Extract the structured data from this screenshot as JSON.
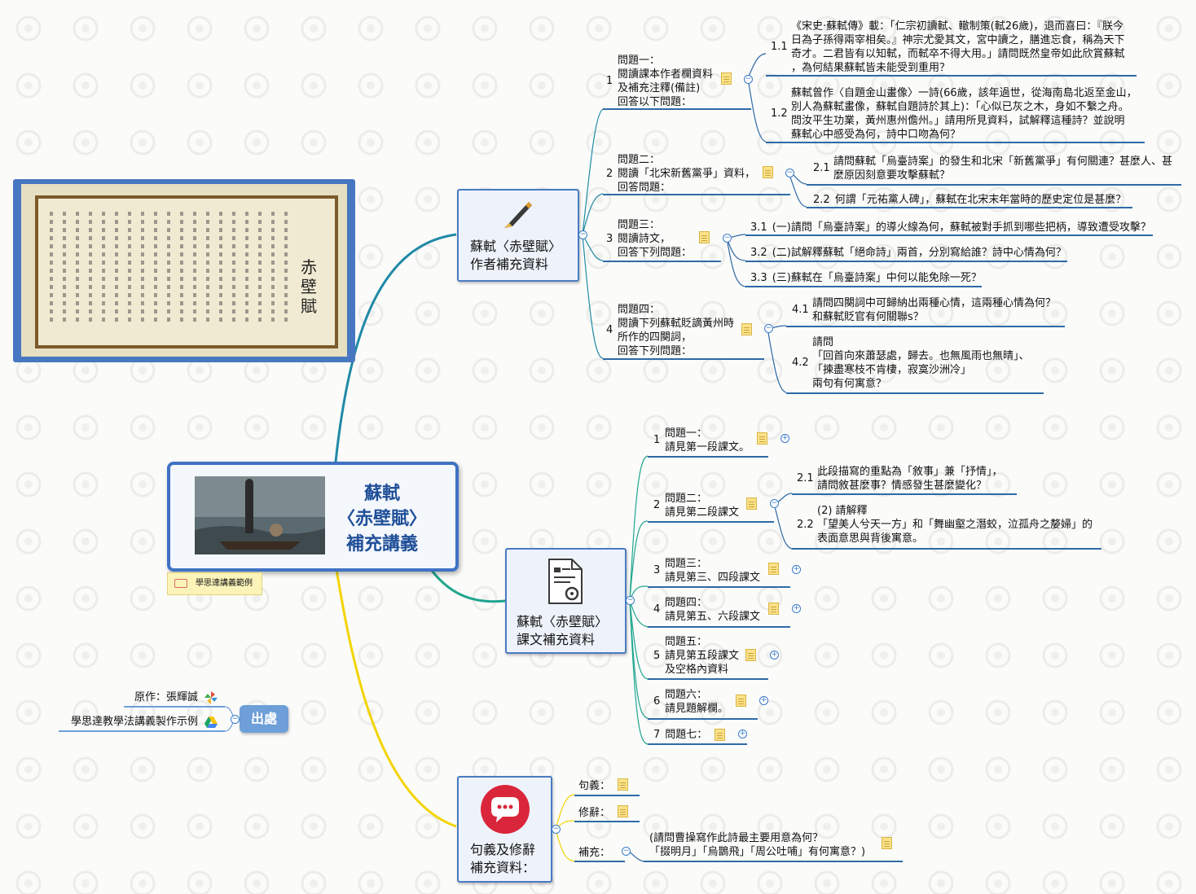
{
  "central": {
    "title_l1": "蘇軾",
    "title_l2": "〈赤壁賦〉",
    "title_l3": "補充講義"
  },
  "badge": "學思達講義範例",
  "source": {
    "label": "出處",
    "author": "原作：張輝誠",
    "maker": "學思達教學法講義製作示例"
  },
  "scroll": {
    "poem_title": "赤壁賦"
  },
  "branch1": {
    "title": "蘇軾〈赤壁賦〉作者補充資料",
    "title_l1": "蘇軾〈赤壁賦〉",
    "title_l2": "作者補充資料",
    "q1": {
      "num": "1",
      "l1": "問題一：",
      "l2": "閱讀課本作者欄資料",
      "l3": "及補充注釋(備註)",
      "l4": "回答以下問題："
    },
    "q1_1": {
      "num": "1.1",
      "l1": "《宋史‧蘇軾傳》載：「仁宗初讀軾、轍制策(軾26歲)，退而喜曰：『朕今",
      "l2": "日為子孫得兩宰相矣。』神宗尤愛其文，宮中讀之，膳進忘食，稱為天下",
      "l3": "奇才。二君皆有以知軾，而軾卒不得大用。」請問既然皇帝如此欣賞蘇軾",
      "l4": "，為何結果蘇軾皆未能受到重用？"
    },
    "q1_2": {
      "num": "1.2",
      "l1": "蘇軾曾作〈自題金山畫像〉一詩(66歲，該年過世，從海南島北返至金山，",
      "l2": "別人為蘇軾畫像，蘇軾自題詩於其上)：「心似已灰之木，身如不繫之舟。",
      "l3": "問汝平生功業，黃州惠州儋州。」請用所見資料，試解釋這種詩？並說明",
      "l4": "蘇軾心中感受為何，詩中口吻為何？"
    },
    "q2": {
      "num": "2",
      "l1": "問題二：",
      "l2": "閱讀「北宋新舊黨爭」資料，",
      "l3": "回答問題："
    },
    "q2_1": {
      "num": "2.1",
      "l1": "請問蘇軾「烏臺詩案」的發生和北宋「新舊黨爭」有何關連？甚麼人、甚",
      "l2": "麼原因刻意要攻擊蘇軾？"
    },
    "q2_2": {
      "num": "2.2",
      "l1": "何謂「元祐黨人碑」，蘇軾在北宋末年當時的歷史定位是甚麼？"
    },
    "q3": {
      "num": "3",
      "l1": "問題三：",
      "l2": "閱讀詩文，",
      "l3": "回答下列問題："
    },
    "q3_1": {
      "num": "3.1",
      "l1": "(一)請問「烏臺詩案」的導火線為何，蘇軾被對手抓到哪些把柄，導致遭受攻擊？"
    },
    "q3_2": {
      "num": "3.2",
      "l1": "(二)試解釋蘇軾「絕命詩」兩首，分別寫給誰？詩中心情為何？"
    },
    "q3_3": {
      "num": "3.3",
      "l1": "(三)蘇軾在「烏臺詩案」中何以能免除一死？"
    },
    "q4": {
      "num": "4",
      "l1": "問題四：",
      "l2": "閱讀下列蘇軾貶謫黃州時",
      "l3": "所作的四闋詞，",
      "l4": "回答下列問題："
    },
    "q4_1": {
      "num": "4.1",
      "l1": "請問四闋詞中可歸納出兩種心情，這兩種心情為何？",
      "l2": "和蘇軾貶官有何關聯s？"
    },
    "q4_2": {
      "num": "4.2",
      "l1": "請問",
      "l2": "「回首向來蕭瑟處，歸去。也無風雨也無晴」、",
      "l3": "「揀盡寒枝不肯棲，寂寞沙洲冷」",
      "l4": "兩句有何寓意？"
    }
  },
  "branch2": {
    "title_l1": "蘇軾〈赤壁賦〉",
    "title_l2": "課文補充資料",
    "q1": {
      "num": "1",
      "l1": "問題一：",
      "l2": "請見第一段課文。"
    },
    "q2": {
      "num": "2",
      "l1": "問題二：",
      "l2": "請見第二段課文"
    },
    "q2_1": {
      "num": "2.1",
      "l1": "此段描寫的重點為「敘事」兼「抒情」，",
      "l2": "請問敘甚麼事？情感發生甚麼變化？"
    },
    "q2_2": {
      "num": "2.2",
      "l1": "(2) 請解釋",
      "l2": "「望美人兮天一方」和「舞幽壑之潛蛟，泣孤舟之嫠婦」的",
      "l3": "表面意思與背後寓意。"
    },
    "q3": {
      "num": "3",
      "l1": "問題三：",
      "l2": "請見第三、四段課文"
    },
    "q4": {
      "num": "4",
      "l1": "問題四：",
      "l2": "請見第五、六段課文"
    },
    "q5": {
      "num": "5",
      "l1": "問題五：",
      "l2": "請見第五段課文",
      "l3": "及空格內資料"
    },
    "q6": {
      "num": "6",
      "l1": "問題六：",
      "l2": "請見題解欄。"
    },
    "q7": {
      "num": "7",
      "l1": "問題七："
    }
  },
  "branch3": {
    "title_l1": "句義及修辭",
    "title_l2": "補充資料：",
    "items": {
      "a": "句義：",
      "b": "修辭：",
      "c": "補充："
    },
    "note": {
      "l1": "(請問曹操寫作此詩最主要用意為何？",
      "l2": "「掇明月」「烏鵲飛」「周公吐哺」有何寓意？)"
    }
  },
  "colors": {
    "branch1": "#1f8aa6",
    "branch2": "#1fa58e",
    "branch3": "#f3d400",
    "source": "#6e9fd8",
    "node_line": "#2e6aa6"
  }
}
